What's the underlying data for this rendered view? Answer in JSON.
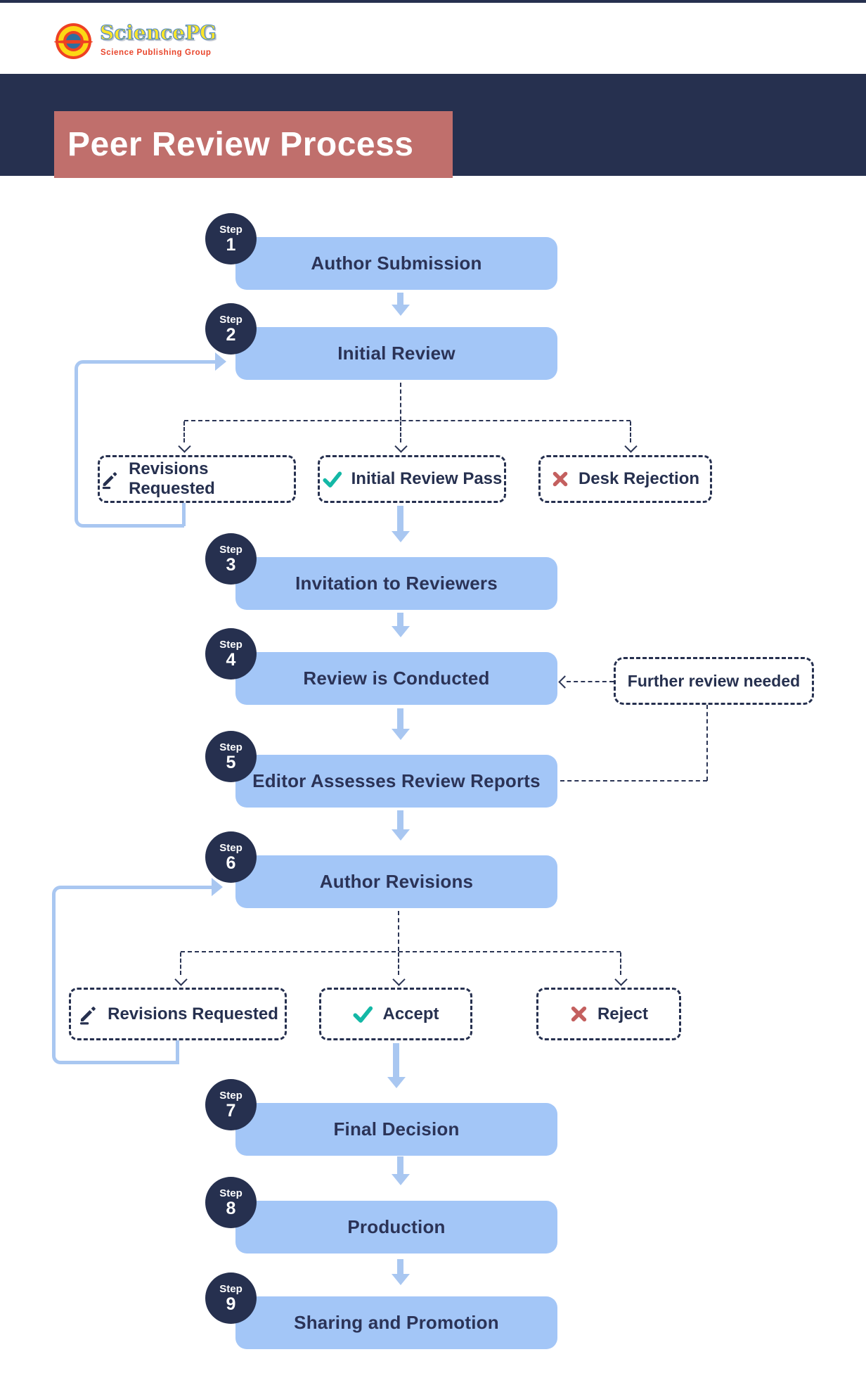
{
  "logo": {
    "name": "SciencePG",
    "tagline": "Science Publishing Group"
  },
  "title": "Peer Review Process",
  "step_word": "Step",
  "steps": [
    {
      "num": "1",
      "label": "Author Submission"
    },
    {
      "num": "2",
      "label": "Initial Review"
    },
    {
      "num": "3",
      "label": "Invitation to Reviewers"
    },
    {
      "num": "4",
      "label": "Review is Conducted"
    },
    {
      "num": "5",
      "label": "Editor Assesses Review Reports"
    },
    {
      "num": "6",
      "label": "Author Revisions"
    },
    {
      "num": "7",
      "label": "Final Decision"
    },
    {
      "num": "8",
      "label": "Production"
    },
    {
      "num": "9",
      "label": "Sharing and Promotion"
    }
  ],
  "initial_review_branches": [
    {
      "icon": "pencil-edit-icon",
      "label": "Revisions Requested"
    },
    {
      "icon": "check-icon",
      "label": "Initial Review Pass"
    },
    {
      "icon": "x-cross-icon",
      "label": "Desk Rejection"
    }
  ],
  "decision_branches": [
    {
      "icon": "pencil-edit-icon",
      "label": "Revisions Requested"
    },
    {
      "icon": "check-icon",
      "label": "Accept"
    },
    {
      "icon": "x-cross-icon",
      "label": "Reject"
    }
  ],
  "side_note": {
    "label": "Further review needed"
  },
  "colors": {
    "navy": "#26304f",
    "rose_title": "#c06f6c",
    "box_blue": "#a3c6f7",
    "arrow_blue": "#a9c7f1",
    "check_teal": "#14b8a6",
    "reject_red": "#c4605f",
    "logo_yellow": "#fde52a",
    "logo_red": "#ee4123",
    "logo_blue": "#2e6f9e"
  }
}
